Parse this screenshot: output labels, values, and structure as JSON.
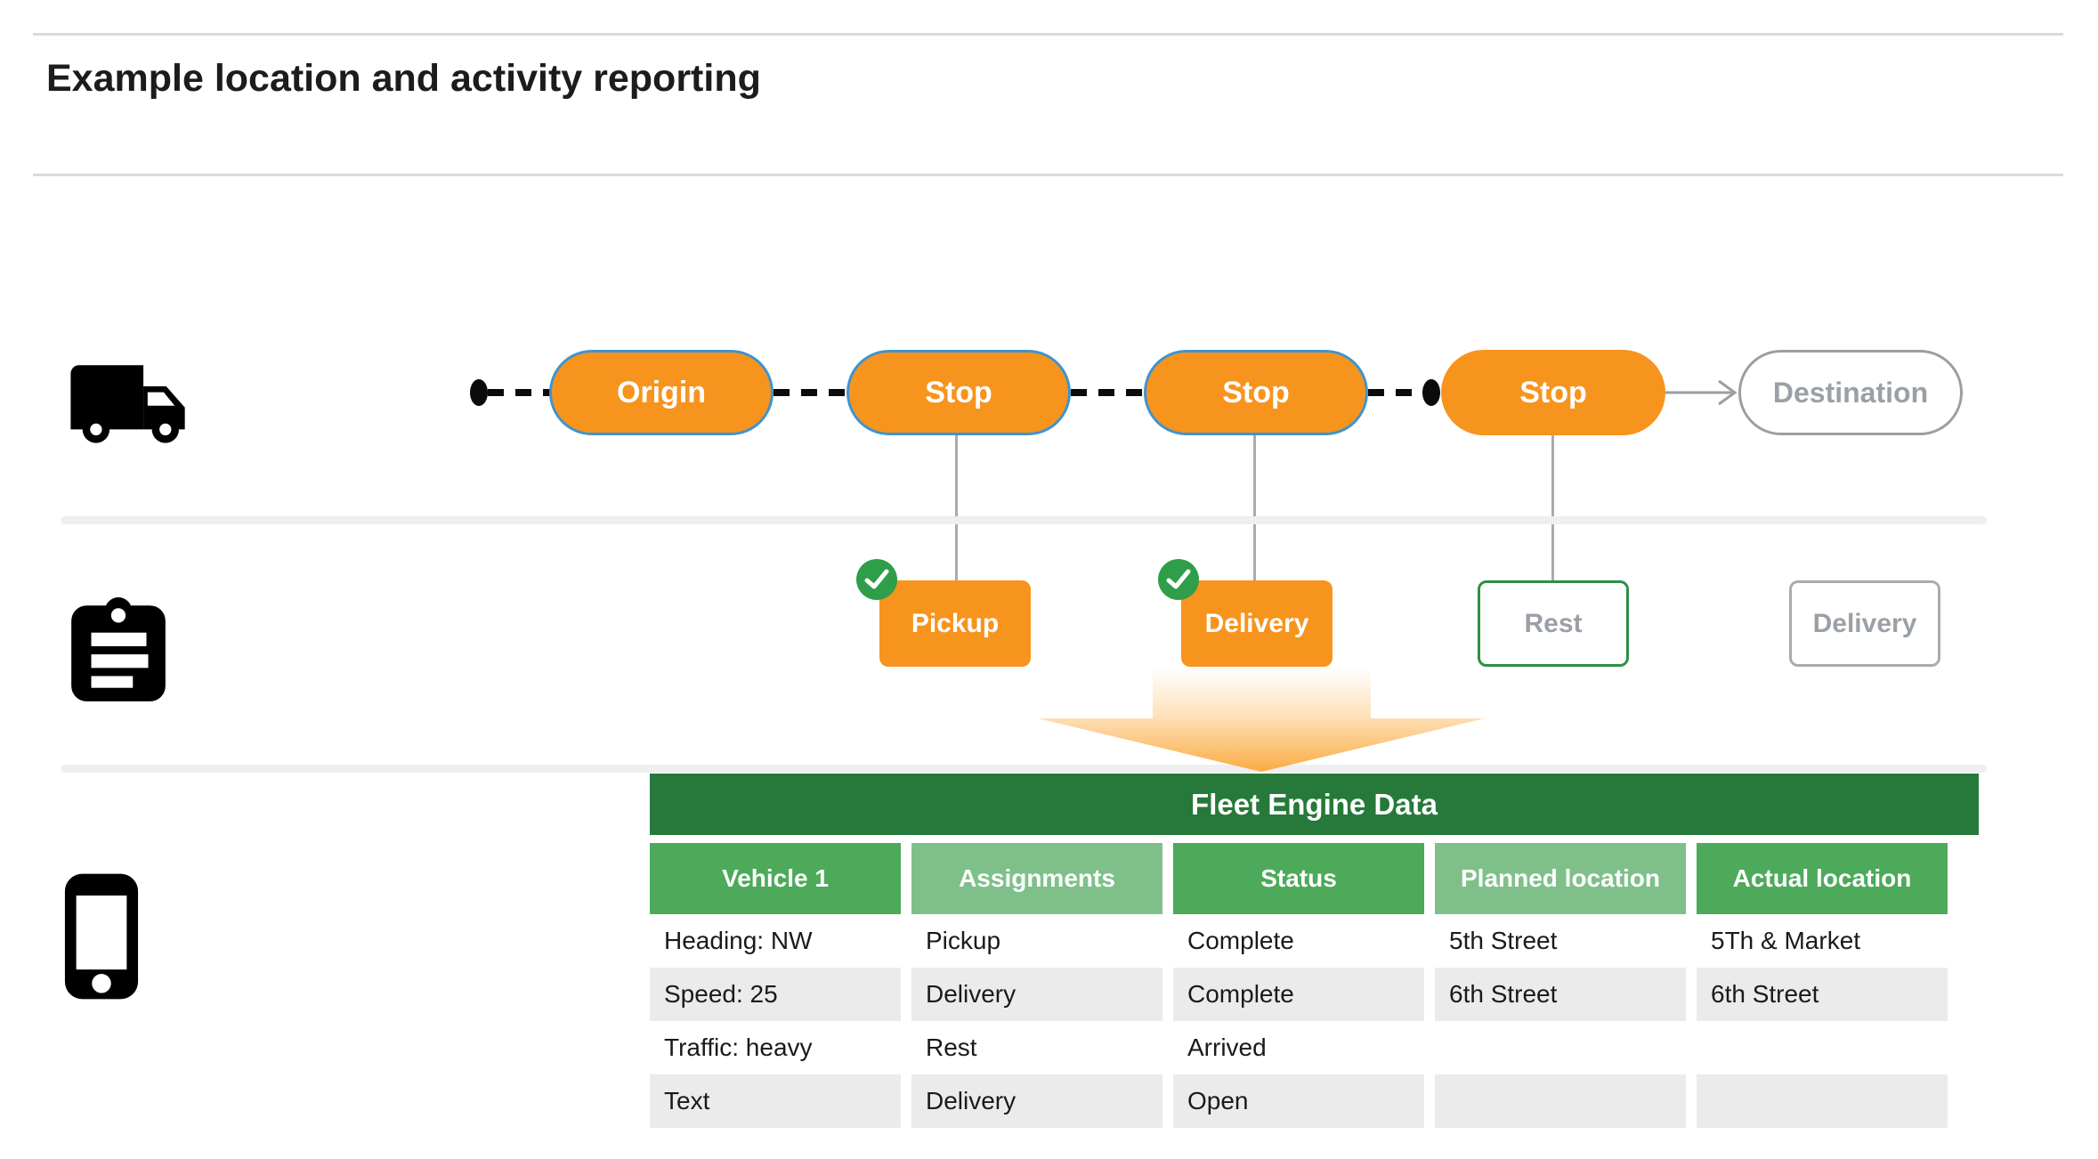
{
  "header": {
    "title": "Example location and activity reporting"
  },
  "route": {
    "stops": [
      {
        "label": "Origin"
      },
      {
        "label": "Stop"
      },
      {
        "label": "Stop"
      },
      {
        "label": "Stop"
      },
      {
        "label": "Destination"
      }
    ]
  },
  "activities": [
    {
      "label": "Pickup",
      "checked": true
    },
    {
      "label": "Delivery",
      "checked": true
    },
    {
      "label": "Rest",
      "checked": false
    },
    {
      "label": "Delivery",
      "checked": false
    }
  ],
  "table": {
    "title": "Fleet Engine Data",
    "columns": [
      {
        "label": "Vehicle 1"
      },
      {
        "label": "Assignments"
      },
      {
        "label": "Status"
      },
      {
        "label": "Planned location"
      },
      {
        "label": "Actual location"
      }
    ],
    "rows": [
      [
        "Heading: NW",
        "Pickup",
        "Complete",
        "5th Street",
        "5Th & Market"
      ],
      [
        "Speed: 25",
        "Delivery",
        "Complete",
        "6th Street",
        "6th Street"
      ],
      [
        "Traffic: heavy",
        "Rest",
        "Arrived",
        "",
        ""
      ],
      [
        "Text",
        "Delivery",
        "Open",
        "",
        ""
      ]
    ]
  },
  "icons": {
    "truck": "truck-icon",
    "clipboard": "clipboard-icon",
    "phone": "phone-icon",
    "check": "check-icon",
    "destination_arrow": "destination-arrow-icon",
    "flow_arrow": "flow-arrow-icon"
  },
  "colors": {
    "orange": "#F7941E",
    "arrow_orange": "#FBAC42",
    "pill_border_blue": "#3E94CF",
    "green_dark": "#26793A",
    "green_mid": "#4CAA5A",
    "green_light": "#7FC08A",
    "badge_green": "#2F9E49",
    "rest_border_green": "#2E8F44",
    "gray_text": "#9AA0A6",
    "row_gray": "#EBEBEB"
  }
}
